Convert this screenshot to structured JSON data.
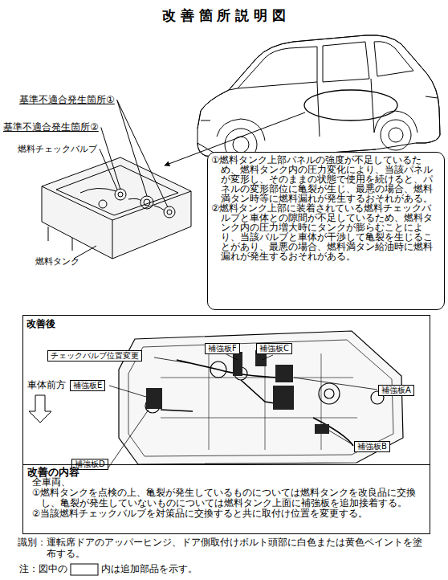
{
  "diagram": {
    "title": "改 善 箇 所 説 明 図",
    "nodes": [
      {
        "text": [
          "①燃料タンク上部パネルの強度が不足しているため、燃料タンク内の圧力変化により、当該パネルが変形し、そのままの状態で使用を続けると、パネルの変形部位に亀裂が生じ、最悪の場合、燃料満タン時等に燃料漏れが発生するおそれがある。",
          "②燃料タンク上部に装着されている燃料チェックバルブと車体との隙間が不足しているため、燃料タンク内の圧力増大時にタンクが膨らむことにより、当該バルブと車体が干渉して亀裂を生じることがあり、最悪の場合、燃料満タン給油時に燃料漏れが発生するおそれがある。"
        ]
      },
      {
        "text": [
          "改善後"
        ]
      },
      {
        "text": [
          "チェックバルブ位置変更"
        ],
        "in": 1
      },
      {
        "text": [
          "補強板F"
        ],
        "in": 1
      },
      {
        "text": [
          "補強板C"
        ],
        "in": 1
      },
      {
        "text": [
          "補強板E"
        ],
        "in": 1
      },
      {
        "text": [
          "補強板A"
        ],
        "in": 1
      },
      {
        "text": [
          "補強板D"
        ],
        "in": 1
      },
      {
        "text": [
          "補強板B"
        ],
        "in": 1
      },
      {
        "text": [
          "改善の内容",
          "全車両、",
          "①燃料タンクを点検の上、亀裂が発生しているものについては燃料タンクを改良品に交換し、亀裂が発生していないものについては燃料タンク上面に補強板を追加接着する。",
          "②当該燃料チェックバルブを対策品に交換すると共に取付け位置を変更する。"
        ],
        "in": 1
      }
    ],
    "labels": [
      "基準不適合発生箇所①",
      "基準不適合発生箇所②",
      "燃料チェックバルブ",
      "燃料タンク",
      "車体前方",
      "識別：運転席ドアのアッパーヒンジ、ドア側取付けボルト頭部に白色または黄色ペイントを塗布する。",
      "注：図中の",
      "内は追加部品を示す。"
    ]
  }
}
